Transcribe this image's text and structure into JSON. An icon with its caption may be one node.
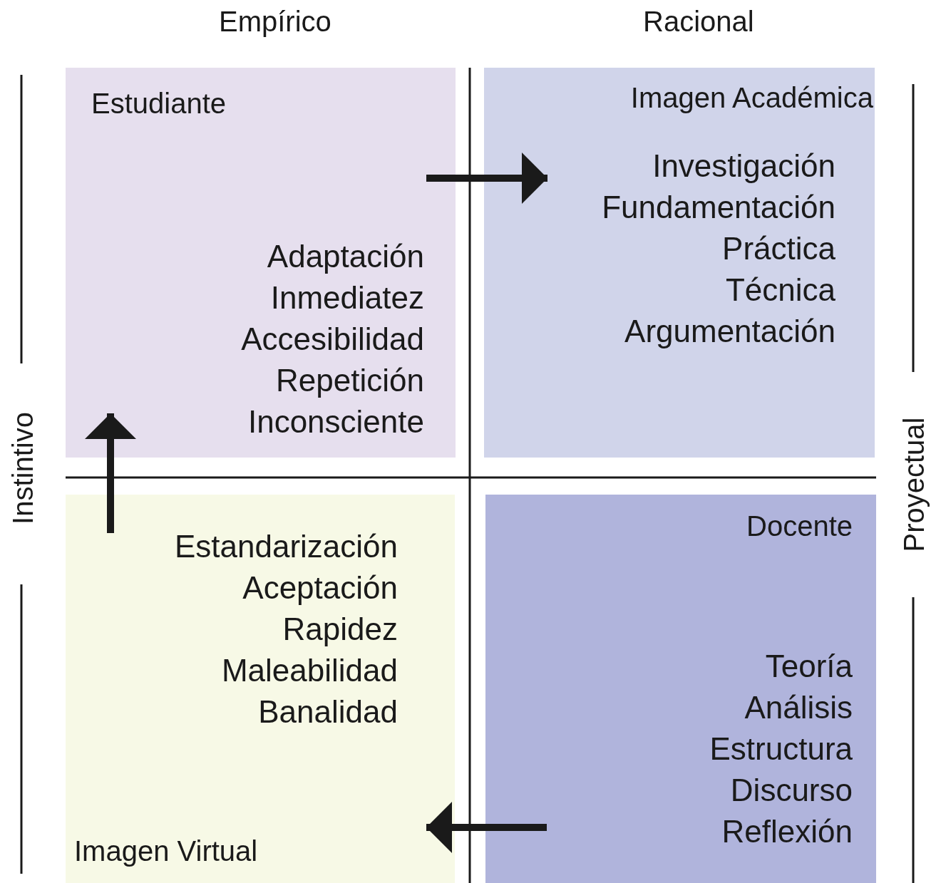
{
  "diagram": {
    "nodes": [
      {
        "text": [
          "Estudiante",
          "Adaptación",
          "Inmediatez",
          "Accesibilidad",
          "Repetición",
          "Inconsciente"
        ]
      },
      {
        "text": [
          "Imagen Académica",
          "Investigación",
          "Fundamentación",
          "Práctica",
          "Técnica",
          "Argumentación"
        ]
      },
      {
        "text": [
          "Estandarización",
          "Aceptación",
          "Rapidez",
          "Maleabilidad",
          "Banalidad",
          "Imagen Virtual"
        ]
      },
      {
        "text": [
          "Docente",
          "Teoría",
          "Análisis",
          "Estructura",
          "Discurso",
          "Reflexión"
        ]
      }
    ],
    "edges": [
      {
        "from": 0,
        "to": 1,
        "arrow": "to"
      },
      {
        "from": 3,
        "to": 2,
        "arrow": "to"
      },
      {
        "from": 2,
        "to": 0,
        "arrow": "to"
      }
    ],
    "labels": [
      "Empírico",
      "Racional",
      "Instintivo",
      "Proyectual"
    ]
  }
}
